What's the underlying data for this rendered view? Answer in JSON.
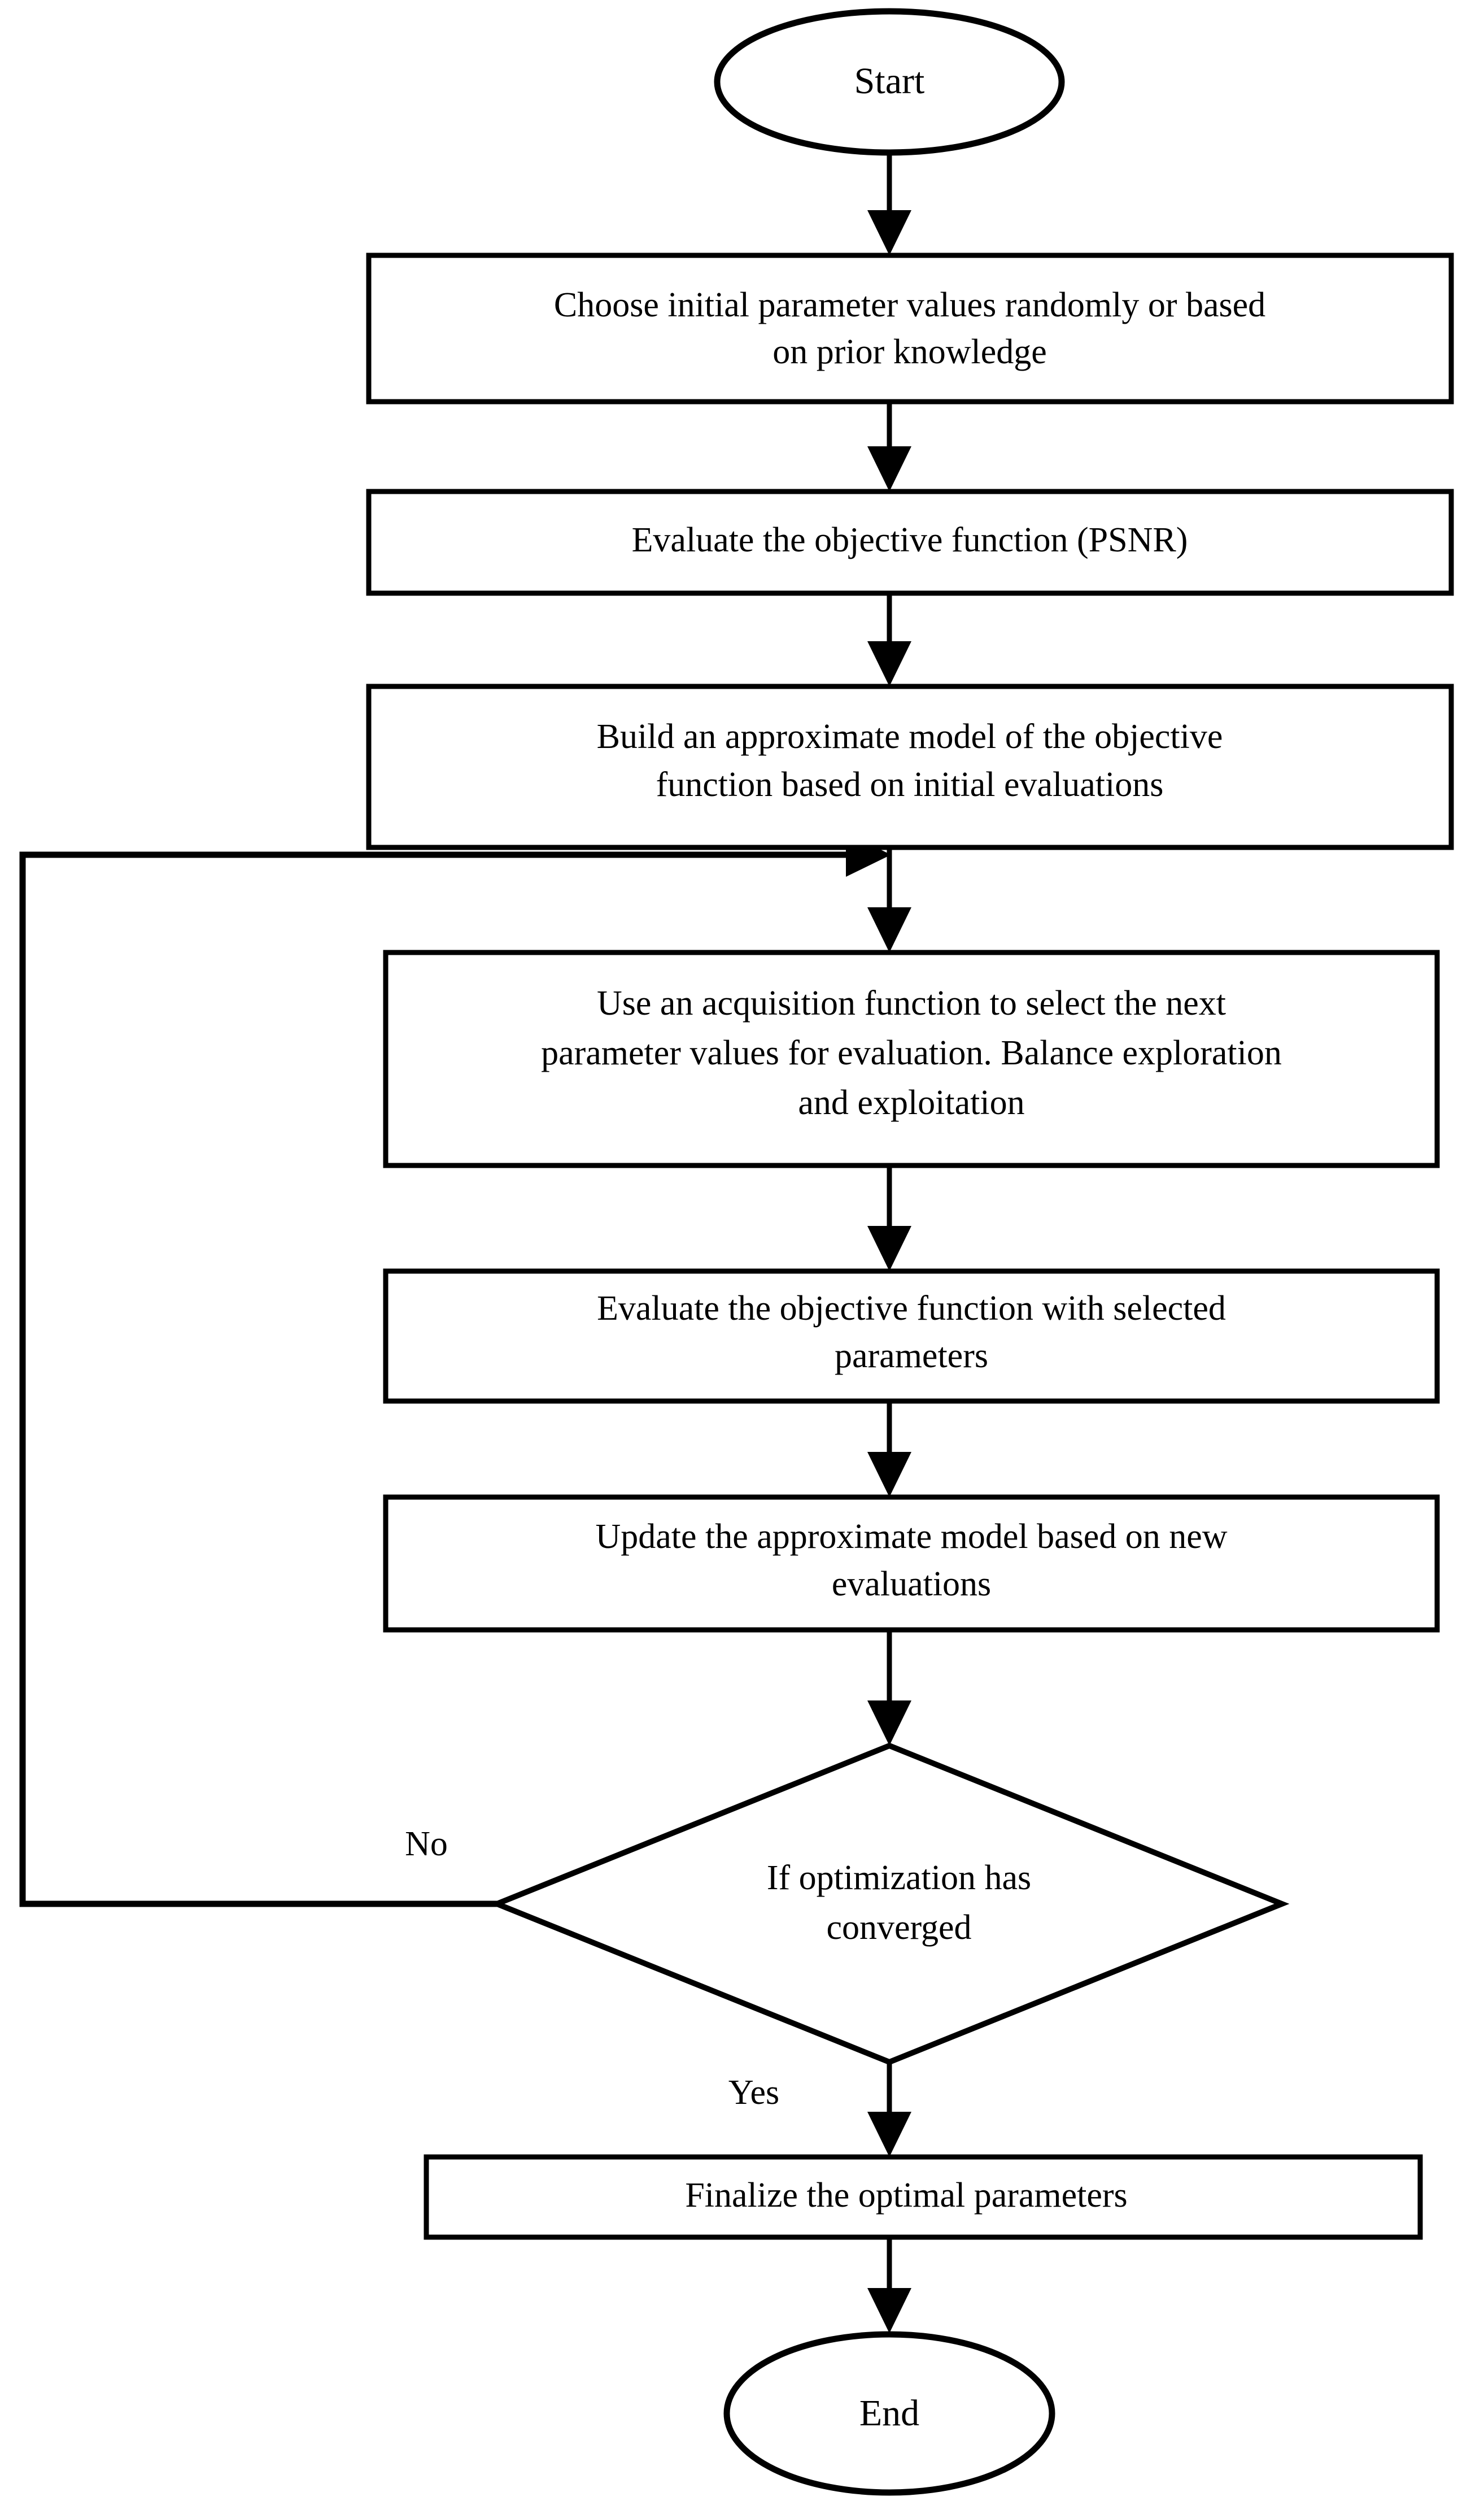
{
  "diagram": {
    "type": "flowchart",
    "title": "Bayesian optimization process flowchart",
    "orientation": "top-to-bottom",
    "background_color": "#ffffff",
    "line_color": "#000000",
    "text_color": "#000000"
  },
  "nodes": {
    "start": {
      "shape": "ellipse",
      "label": "Start"
    },
    "choose_initial": {
      "shape": "process",
      "line1": "Choose initial parameter values randomly or based",
      "line2": "on prior knowledge"
    },
    "evaluate_objective": {
      "shape": "process",
      "line1": "Evaluate the objective function (PSNR)"
    },
    "build_model": {
      "shape": "process",
      "line1": "Build an approximate model of the objective",
      "line2": "function based on initial evaluations"
    },
    "acquisition": {
      "shape": "process",
      "line1": "Use an acquisition function to select the next",
      "line2": "parameter values for evaluation. Balance exploration",
      "line3": "and exploitation"
    },
    "evaluate_selected": {
      "shape": "process",
      "line1": "Evaluate the objective function with selected",
      "line2": "parameters"
    },
    "update_model": {
      "shape": "process",
      "line1": "Update the approximate model based on new",
      "line2": "evaluations"
    },
    "converged_decision": {
      "shape": "diamond",
      "line1": "If optimization has",
      "line2": "converged"
    },
    "finalize": {
      "shape": "process",
      "line1": "Finalize the optimal parameters"
    },
    "end": {
      "shape": "ellipse",
      "label": "End"
    }
  },
  "edge_labels": {
    "no_branch": "No",
    "yes_branch": "Yes"
  }
}
